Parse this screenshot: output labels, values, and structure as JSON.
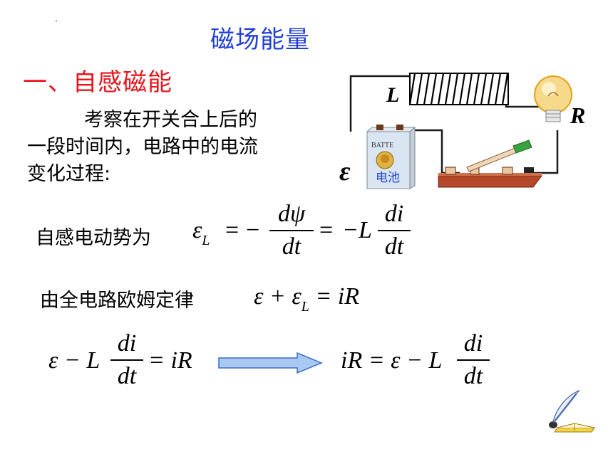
{
  "slide": {
    "title": "磁场能量",
    "section": "一、自感磁能",
    "intro_line1": "考察在开关合上后的",
    "intro_line2": "一段时间内，电路中的电流",
    "intro_line3": "变化过程:"
  },
  "circuit": {
    "inductor_label": "L",
    "resistor_label": "R",
    "emf_label": "ε",
    "battery_brand": "BATTE",
    "battery_text": "电池",
    "wire_color": "#1a1a1a",
    "coil_color": "#000000",
    "board_color": "#b5472a"
  },
  "eq1": {
    "label": "自感电动势为",
    "lhs": "ε",
    "lhs_sub": "L",
    "eq": "=",
    "minus": "−",
    "num1": "dψ",
    "den1": "dt",
    "rhs_prefix": "−L",
    "num2": "di",
    "den2": "dt"
  },
  "eq2": {
    "label": "由全电路欧姆定律",
    "expr_a": "ε + ε",
    "expr_sub": "L",
    "expr_b": "= iR"
  },
  "eq3": {
    "left_prefix": "ε − L",
    "left_num": "di",
    "left_den": "dt",
    "left_suffix": "= iR",
    "right_prefix": "iR = ε − L",
    "right_num": "di",
    "right_den": "dt"
  },
  "colors": {
    "title": "#1f3fd6",
    "section": "#e8151d",
    "arrow_fill": "#a9c8f2",
    "arrow_stroke": "#3a6fc4"
  }
}
